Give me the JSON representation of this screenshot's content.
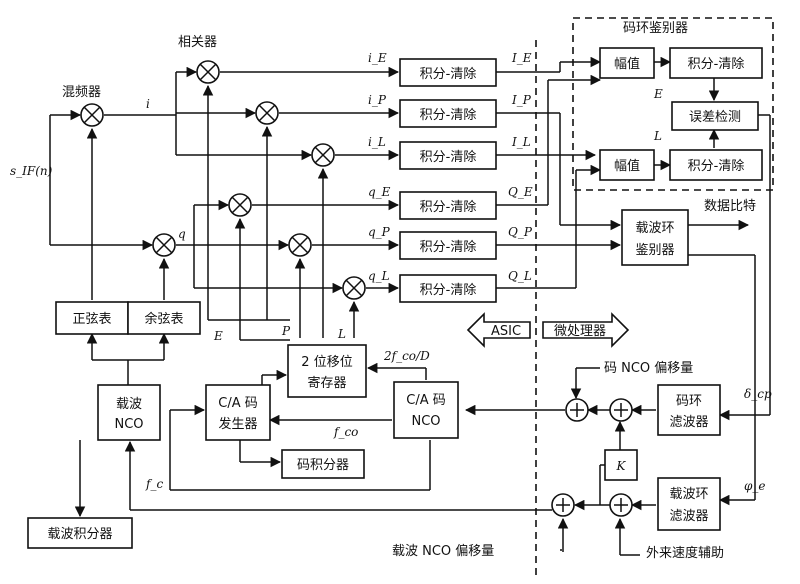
{
  "input": {
    "label": "s_IF(n)"
  },
  "labels": {
    "mixer": "混频器",
    "correlator": "相关器",
    "code_disc_title": "码环鉴别器",
    "asic": "ASIC",
    "micro": "微处理器",
    "data_bits": "数据比特",
    "code_nco_offset": "码 NCO 偏移量",
    "carrier_nco_offset": "载波 NCO 偏移量",
    "aiding": "外来速度辅助"
  },
  "signals": {
    "i": "i",
    "q": "q",
    "iE": "i_E",
    "iP": "i_P",
    "iL": "i_L",
    "qE": "q_E",
    "qP": "q_P",
    "qL": "q_L",
    "IE": "I_E",
    "IP": "I_P",
    "IL": "I_L",
    "QE": "Q_E",
    "QP": "Q_P",
    "QL": "Q_L",
    "E": "E",
    "P": "P",
    "L": "L",
    "E2": "E",
    "L2": "L",
    "fco": "f_co",
    "fc": "f_c",
    "two_fco_D": "2f_co/D",
    "delta_cp": "δ_cp",
    "phi_e": "φ_e",
    "K": "K"
  },
  "blocks": {
    "integrate_dump": "积分-清除",
    "sin_table": "正弦表",
    "cos_table": "余弦表",
    "carrier_nco": [
      "载波",
      "NCO"
    ],
    "ca_gen": [
      "C/A 码",
      "发生器"
    ],
    "ca_nco": [
      "C/A 码",
      "NCO"
    ],
    "shift_reg": [
      "2 位移位",
      "寄存器"
    ],
    "code_integrator": "码积分器",
    "carrier_integrator": "载波积分器",
    "magnitude": "幅值",
    "error_detect": "误差检测",
    "carrier_disc": [
      "载波环",
      "鉴别器"
    ],
    "code_filter": [
      "码环",
      "滤波器"
    ],
    "carrier_filter": [
      "载波环",
      "滤波器"
    ]
  }
}
